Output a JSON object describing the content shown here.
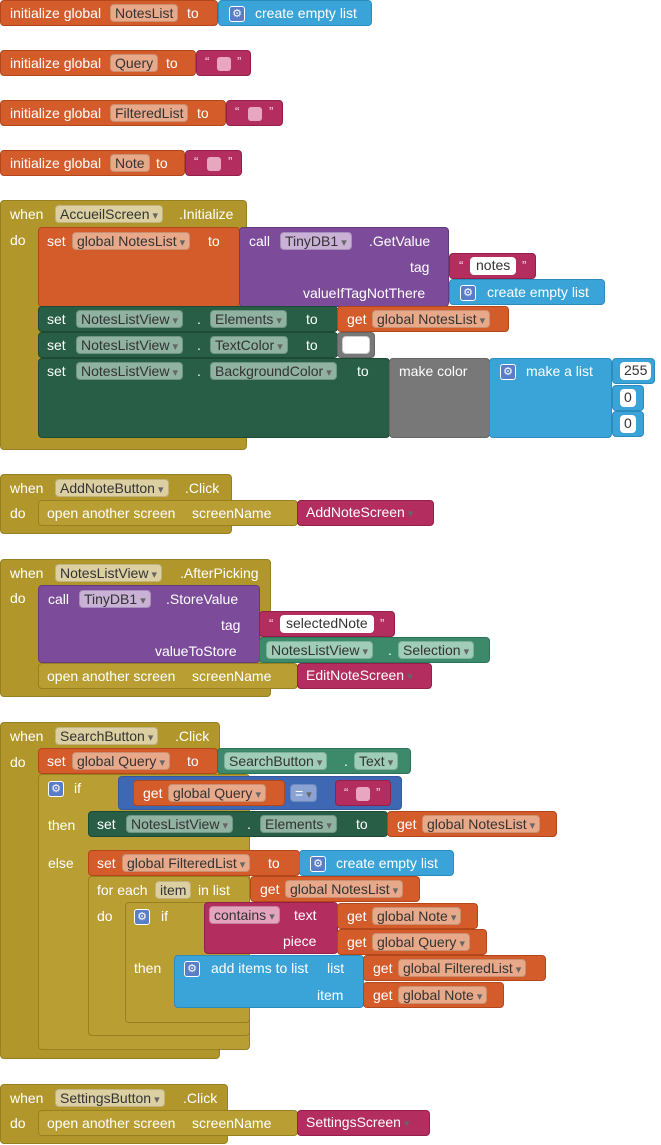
{
  "kw": {
    "initialize_global": "initialize global",
    "to": "to",
    "when": "when",
    "do": "do",
    "set": "set",
    "get": "get",
    "call": "call",
    "tag": "tag",
    "valueIfTagNotThere": "valueIfTagNotThere",
    "valueToStore": "valueToStore",
    "create_empty_list": "create empty list",
    "make_color": "make color",
    "make_a_list": "make a list",
    "open_another_screen": "open another screen",
    "screenName": "screenName",
    "dot": ".",
    "if": "if",
    "then": "then",
    "else": "else",
    "for_each": "for each",
    "in_list": "in list",
    "contains": "contains",
    "text": "text",
    "piece": "piece",
    "add_items_to_list": "add items to list",
    "list": "list",
    "item": "item",
    "eq": "=",
    "open_q": "“",
    "close_q": "”"
  },
  "globals": {
    "NotesList": "NotesList",
    "Query": "Query",
    "FilteredList": "FilteredList",
    "Note": "Note"
  },
  "events": {
    "accueil": {
      "component": "AccueilScreen",
      "event": ".Initialize"
    },
    "addnote": {
      "component": "AddNoteButton",
      "event": ".Click"
    },
    "notesview": {
      "component": "NotesListView",
      "event": ".AfterPicking"
    },
    "search": {
      "component": "SearchButton",
      "event": ".Click"
    },
    "settings": {
      "component": "SettingsButton",
      "event": ".Click"
    }
  },
  "vars": {
    "global_NotesList": "global NotesList",
    "global_Query": "global Query",
    "global_FilteredList": "global FilteredList",
    "global_Note": "global Note",
    "item": "item"
  },
  "components": {
    "TinyDB1": "TinyDB1",
    "NotesListView": "NotesListView",
    "SearchButton": "SearchButton"
  },
  "methods": {
    "GetValue": ".GetValue",
    "StoreValue": ".StoreValue"
  },
  "props": {
    "Elements": "Elements",
    "TextColor": "TextColor",
    "BackgroundColor": "BackgroundColor",
    "Selection": "Selection",
    "Text": "Text"
  },
  "strings": {
    "notes": "notes",
    "selectedNote": "selectedNote"
  },
  "screens": {
    "AddNoteScreen": "AddNoteScreen",
    "EditNoteScreen": "EditNoteScreen",
    "SettingsScreen": "SettingsScreen"
  },
  "numbers": {
    "r": "255",
    "g": "0",
    "b": "0"
  },
  "colors": {
    "variable_orange": "#d35c2a",
    "list_blue": "#3aa4d8",
    "text_pink": "#b32d5e",
    "event_gold": "#b1962b",
    "component_purple": "#7c4c9a",
    "setter_green": "#275e45",
    "color_gray": "#787878",
    "swatch_white": "#ffffff"
  }
}
